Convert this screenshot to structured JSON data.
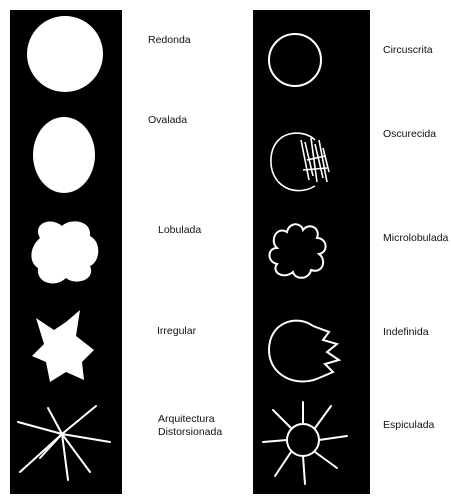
{
  "margins": {
    "left": [
      {
        "id": "redonda",
        "label": "Redonda"
      },
      {
        "id": "ovalada",
        "label": "Ovalada"
      },
      {
        "id": "lobulada",
        "label": "Lobulada"
      },
      {
        "id": "irregular",
        "label": "Irregular"
      },
      {
        "id": "arquitectura",
        "label": "Arquitectura\nDistorsionada"
      }
    ],
    "right": [
      {
        "id": "circunscrita",
        "label": "Circuscrita"
      },
      {
        "id": "oscurecida",
        "label": "Oscurecida"
      },
      {
        "id": "microlobulada",
        "label": "Microlobulada"
      },
      {
        "id": "indefinida",
        "label": "Indefinida"
      },
      {
        "id": "espiculada",
        "label": "Espiculada"
      }
    ]
  },
  "colors": {
    "panel": "#000000",
    "shape": "#ffffff"
  }
}
